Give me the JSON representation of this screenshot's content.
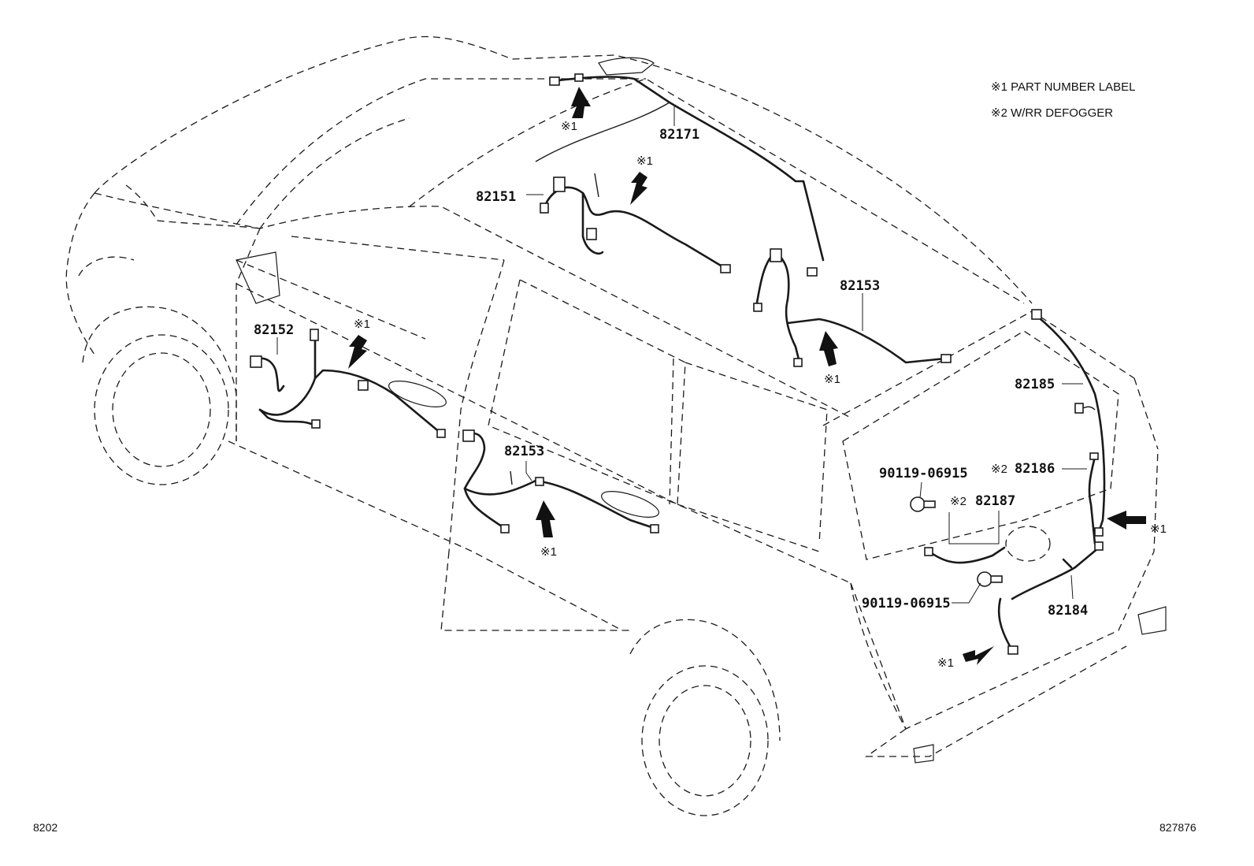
{
  "legend": {
    "note1": "※1 PART NUMBER LABEL",
    "note2": "※2 W/RR DEFOGGER"
  },
  "parts": {
    "p82171": "82171",
    "p82151": "82151",
    "p82153_roof": "82153",
    "p82152": "82152",
    "p82153_door": "82153",
    "p82185": "82185",
    "p82186": "82186",
    "p82187": "82187",
    "p82184": "82184",
    "p90119_top": "90119-06915",
    "p90119_bottom": "90119-06915"
  },
  "marks": {
    "label_mark": "※1",
    "defogger_mark": "※2"
  },
  "footer": {
    "left_code": "8202",
    "right_code": "827876"
  }
}
